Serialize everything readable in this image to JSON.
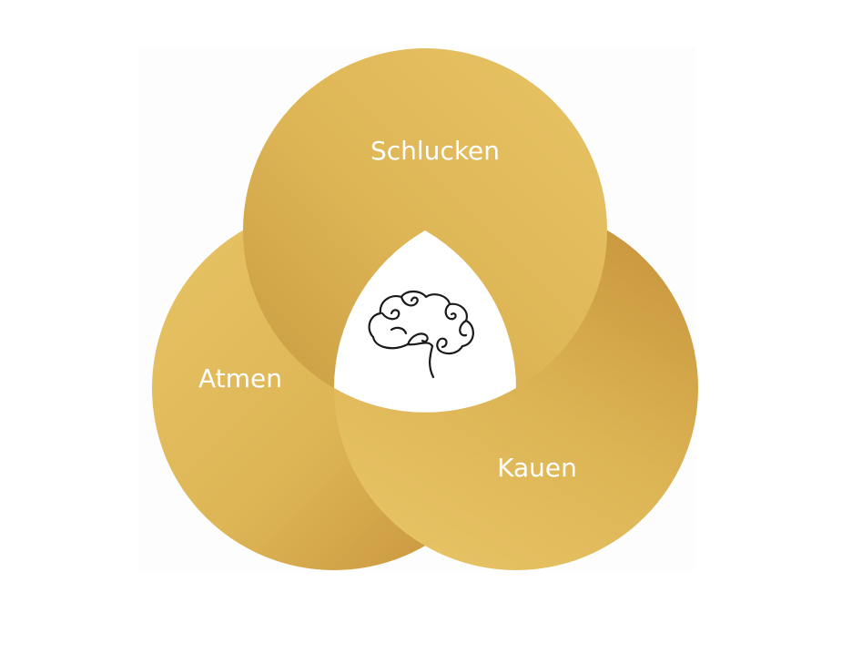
{
  "diagram": {
    "circles": [
      {
        "label": "Schlucken"
      },
      {
        "label": "Atmen"
      },
      {
        "label": "Kauen"
      }
    ],
    "center_icon": "brain-icon",
    "colors": {
      "gold_light": "#e6c163",
      "gold_mid": "#ddb555",
      "gold_dark": "#c89a40",
      "background": "#ffffff",
      "label": "#ffffff",
      "icon_stroke": "#1a1a1a"
    }
  }
}
